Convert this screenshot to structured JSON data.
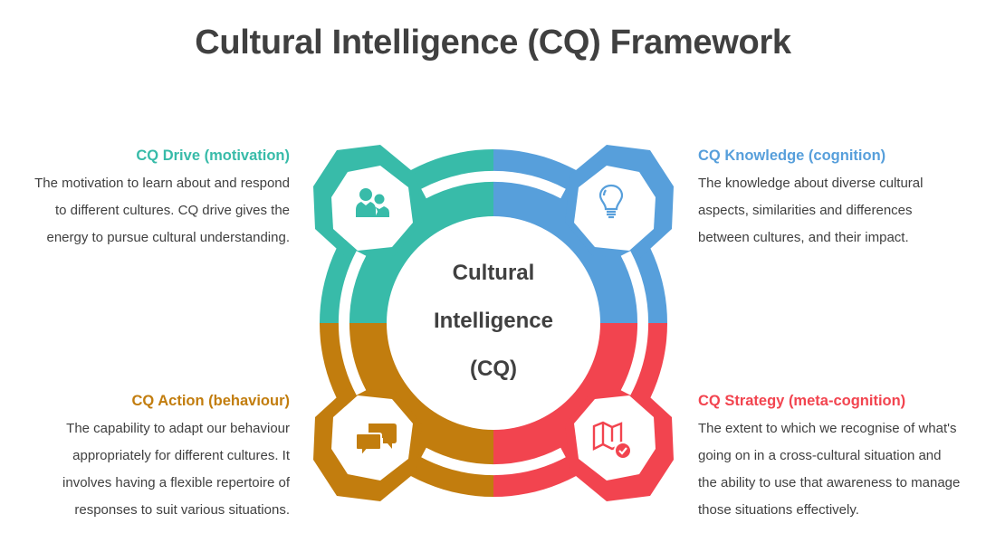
{
  "title": "Cultural Intelligence (CQ) Framework",
  "center": {
    "line1": "Cultural",
    "line2": "Intelligence",
    "line3": "(CQ)"
  },
  "colors": {
    "drive": "#38BBA9",
    "knowledge": "#579FDB",
    "action": "#C27D0E",
    "strategy": "#F2444F",
    "text": "#404040"
  },
  "quadrants": {
    "drive": {
      "heading": "CQ Drive (motivation)",
      "icon": "users-icon",
      "lines": [
        "The motivation to learn about and respond",
        "to different cultures. CQ drive gives the",
        "energy to pursue cultural understanding."
      ]
    },
    "knowledge": {
      "heading": "CQ Knowledge (cognition)",
      "icon": "lightbulb-icon",
      "lines": [
        "The knowledge about diverse cultural",
        "aspects, similarities and differences",
        "between cultures, and their impact."
      ]
    },
    "action": {
      "heading": "CQ Action (behaviour)",
      "icon": "chat-bubbles-icon",
      "lines": [
        "The capability to adapt our behaviour",
        "appropriately for different cultures. It",
        "involves having a flexible repertoire of",
        "responses to suit various situations."
      ]
    },
    "strategy": {
      "heading": "CQ Strategy (meta-cognition)",
      "icon": "map-check-icon",
      "lines": [
        "The extent to which we recognise of what's",
        "going on in a cross-cultural situation and",
        "the ability to use that awareness to manage",
        "those situations effectively."
      ]
    }
  }
}
